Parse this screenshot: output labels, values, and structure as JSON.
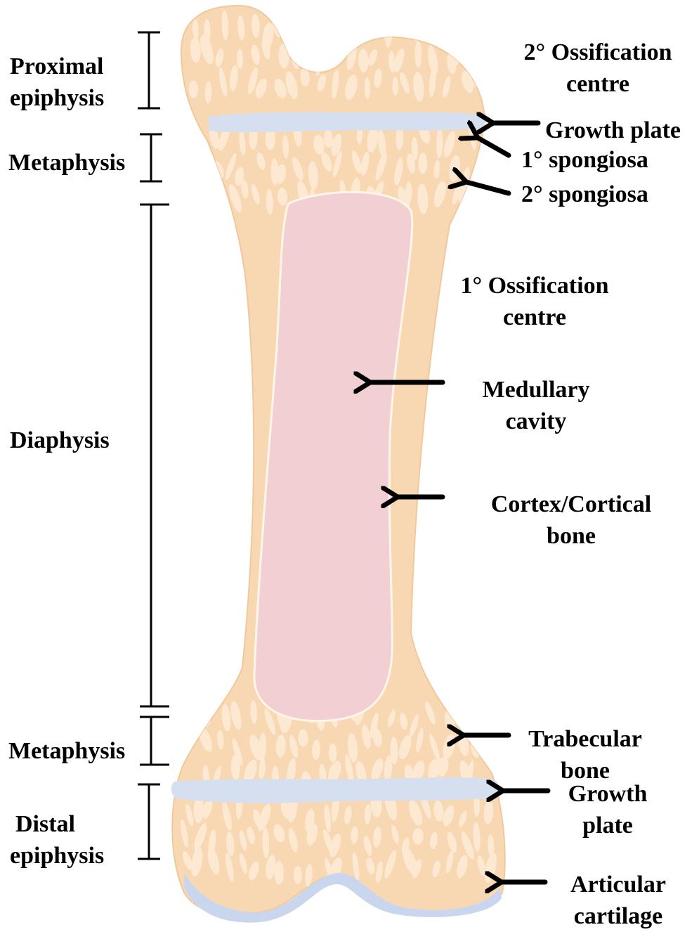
{
  "colors": {
    "bone": "#f8d8b3",
    "trabecular": "#fde8d2",
    "medulla": "#f2cfd3",
    "growth_plate": "#d6dff0",
    "cartilage": "#c9d6ee",
    "ink": "#000000"
  },
  "left_labels": {
    "proximal_epiphysis": [
      "Proximal",
      "epiphysis"
    ],
    "metaphysis_top": "Metaphysis",
    "diaphysis": "Diaphysis",
    "metaphysis_bottom": "Metaphysis",
    "distal_epiphysis": [
      "Distal",
      "epiphysis"
    ]
  },
  "right_labels": {
    "secondary_ossification": [
      "2° Ossification",
      "centre"
    ],
    "growth_plate_top": "Growth plate",
    "primary_spongiosa": "1° spongiosa",
    "secondary_spongiosa": "2° spongiosa",
    "primary_ossification": [
      "1° Ossification",
      "centre"
    ],
    "medullary_cavity": [
      "Medullary",
      "cavity"
    ],
    "cortex": [
      "Cortex/Cortical",
      "bone"
    ],
    "trabecular_bone": [
      "Trabecular",
      "bone"
    ],
    "growth_plate_bottom": [
      "Growth",
      "plate"
    ],
    "articular_cartilage": [
      "Articular",
      "cartilage"
    ]
  }
}
